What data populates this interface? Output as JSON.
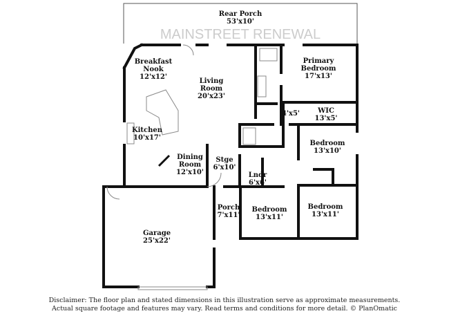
{
  "rooms": {
    "rear_porch": {
      "name": "Rear Porch",
      "dims": "53'x10'"
    },
    "breakfast_nook": {
      "name": "Breakfast Nook",
      "dims": "12'x12'"
    },
    "living_room": {
      "name": "Living Room",
      "dims": "20'x23'"
    },
    "primary_bedroom": {
      "name": "Primary Bedroom",
      "dims": "17'x13'"
    },
    "bath": {
      "dims": "4'x5'"
    },
    "wic": {
      "name": "WIC",
      "dims": "13'x5'"
    },
    "kitchen": {
      "name": "Kitchen",
      "dims": "10'x17'"
    },
    "dining_room": {
      "name": "Dining Room",
      "dims": "12'x10'"
    },
    "storage": {
      "name": "Stge",
      "dims": "6'x10'"
    },
    "laundry": {
      "name": "Lndr",
      "dims": "6'x6'"
    },
    "bedroom_2": {
      "name": "Bedroom",
      "dims": "13'x10'"
    },
    "porch": {
      "name": "Porch",
      "dims": "7'x11'"
    },
    "bedroom_3": {
      "name": "Bedroom",
      "dims": "13'x11'"
    },
    "bedroom_4": {
      "name": "Bedroom",
      "dims": "13'x11'"
    },
    "garage": {
      "name": "Garage",
      "dims": "25'x22'"
    }
  },
  "watermark": "MAINSTREET RENEWAL",
  "disclaimer": {
    "line1": "Disclaimer: The floor plan and stated dimensions in this illustration serve as approximate measurements.",
    "line2": "Actual square footage and features may vary. Read terms and conditions for more detail. © PlanOmatic"
  },
  "colors": {
    "wall": "#111111",
    "thin": "#555555"
  }
}
